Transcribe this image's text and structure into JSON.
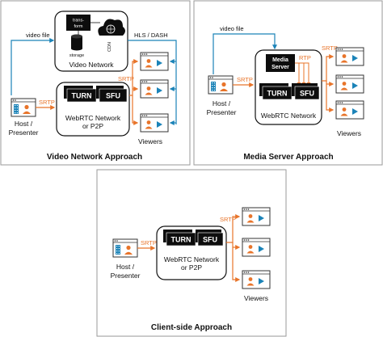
{
  "panels": {
    "video_network": {
      "title": "Video Network Approach",
      "video_network_label": "Video Network",
      "transform_label_1": "trans-",
      "transform_label_2": "form",
      "storage_label": "storage",
      "cdn_label": "CDN",
      "video_file_label": "video file",
      "hls_dash_label": "HLS / DASH",
      "srtp_label_top": "SRTP",
      "srtp_label_left": "SRTP",
      "turn_label": "TURN",
      "sfu_label": "SFU",
      "webrtc_label_1": "WebRTC Network",
      "webrtc_label_2": "or P2P",
      "host_label_1": "Host /",
      "host_label_2": "Presenter",
      "viewers_label": "Viewers"
    },
    "media_server": {
      "title": "Media Server Approach",
      "video_file_label": "video file",
      "media_server_label_1": "Media",
      "media_server_label_2": "Server",
      "rtp_label": "RTP",
      "srtp_label_right": "SRTP",
      "srtp_label_left": "SRTP",
      "turn_label": "TURN",
      "sfu_label": "SFU",
      "webrtc_label": "WebRTC Network",
      "host_label_1": "Host /",
      "host_label_2": "Presenter",
      "viewers_label": "Viewers"
    },
    "client_side": {
      "title": "Client-side Approach",
      "srtp_label_left": "SRTP",
      "srtp_label_right": "SRTP",
      "turn_label": "TURN",
      "sfu_label": "SFU",
      "webrtc_label_1": "WebRTC Network",
      "webrtc_label_2": "or P2P",
      "host_label_1": "Host /",
      "host_label_2": "Presenter",
      "viewers_label": "Viewers"
    }
  },
  "colors": {
    "orange": "#e8742a",
    "blue": "#1b83b8",
    "black": "#0d0d0d",
    "border": "#9a9a9a"
  }
}
